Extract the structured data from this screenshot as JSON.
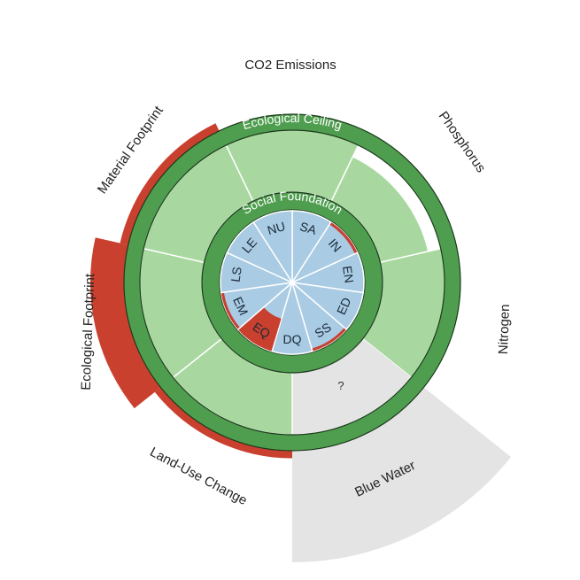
{
  "chart_data": {
    "type": "doughnut",
    "title": "",
    "ring_labels": {
      "ceiling": "Ecological Ceiling",
      "foundation": "Social Foundation"
    },
    "ecological": [
      {
        "name": "CO2 Emissions",
        "value": 0.86,
        "overshoot": 0,
        "status": "within"
      },
      {
        "name": "Phosphorus",
        "value": 0.62,
        "overshoot": 0,
        "status": "within"
      },
      {
        "name": "Nitrogen",
        "value": 0.88,
        "overshoot": 0,
        "status": "within"
      },
      {
        "name": "Blue Water",
        "value": null,
        "overshoot": 1.8,
        "status": "unknown",
        "note": "?"
      },
      {
        "name": "Land-Use Change",
        "value": 1.0,
        "overshoot": 0.09,
        "status": "overshoot"
      },
      {
        "name": "Ecological Footprint",
        "value": 1.0,
        "overshoot": 0.4,
        "status": "overshoot"
      },
      {
        "name": "Material Footprint",
        "value": 1.0,
        "overshoot": 0.1,
        "status": "overshoot"
      }
    ],
    "social": [
      {
        "name": "SA",
        "shortfall": 0
      },
      {
        "name": "IN",
        "shortfall": 0.05
      },
      {
        "name": "EN",
        "shortfall": 0
      },
      {
        "name": "ED",
        "shortfall": 0
      },
      {
        "name": "SS",
        "shortfall": 0.05
      },
      {
        "name": "DQ",
        "shortfall": 0
      },
      {
        "name": "EQ",
        "shortfall": 0.48
      },
      {
        "name": "EM",
        "shortfall": 0.05
      },
      {
        "name": "LS",
        "shortfall": 0
      },
      {
        "name": "LE",
        "shortfall": 0
      },
      {
        "name": "NU",
        "shortfall": 0
      }
    ],
    "colors": {
      "ring": "#4f9e4f",
      "within": "#a8d8a0",
      "overshoot": "#c9402f",
      "unknown": "#e4e4e4",
      "social": "#a9cbe3"
    }
  }
}
